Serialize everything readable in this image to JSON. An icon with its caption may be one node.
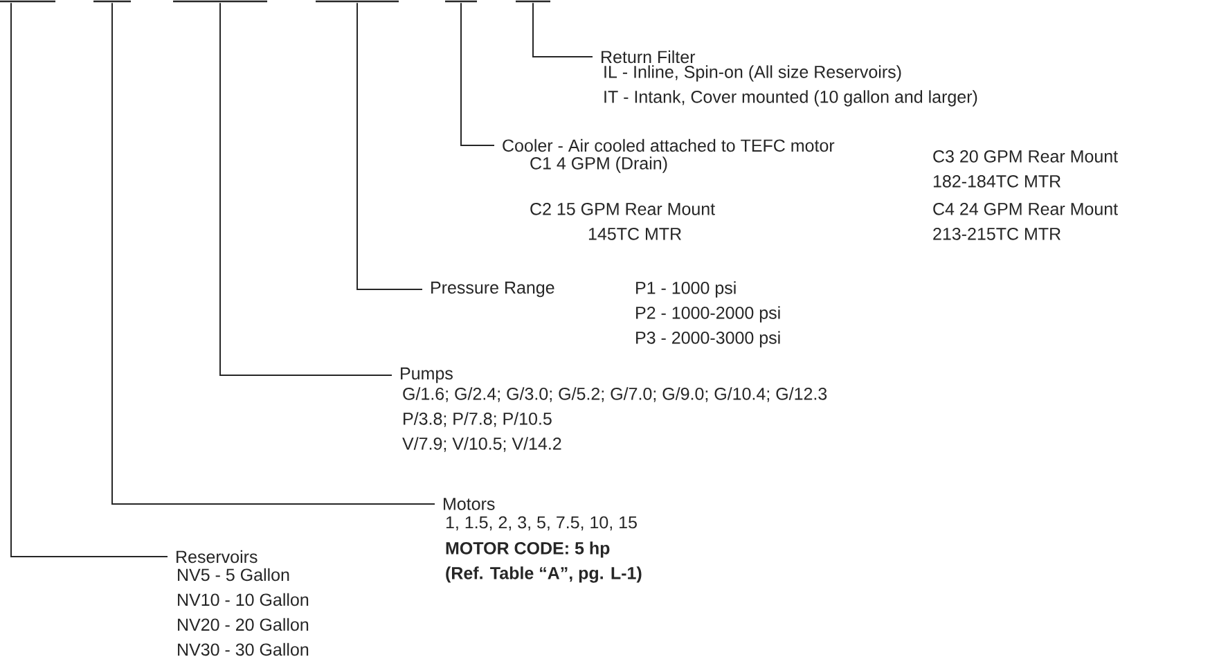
{
  "diagram": {
    "nodes": [
      {
        "text": [],
        "shape": "line"
      },
      {
        "text": [],
        "shape": "line"
      },
      {
        "text": [],
        "shape": "line"
      },
      {
        "text": [],
        "shape": "line"
      },
      {
        "text": [],
        "shape": "line"
      },
      {
        "text": [],
        "shape": "line"
      },
      {
        "text": [
          "Return Filter",
          "IL - Inline, Spin-on (All size Reservoirs)",
          "IT - Intank, Cover mounted (10 gallon and larger)"
        ]
      },
      {
        "text": [
          "Cooler - Air cooled attached to TEFC motor",
          "C1 4 GPM (Drain)",
          "C3 20 GPM Rear Mount 182-184TC MTR",
          "C2 15 GPM Rear Mount 145TC MTR",
          "C4 24 GPM Rear Mount 213-215TC MTR"
        ]
      },
      {
        "text": [
          "Pressure Range",
          "P1 - 1000 psi",
          "P2 - 1000-2000 psi",
          "P3 - 2000-3000 psi"
        ]
      },
      {
        "text": [
          "Pumps",
          "G/1.6; G/2.4; G/3.0; G/5.2; G/7.0; G/9.0; G/10.4; G/12.3",
          "P/3.8; P/7.8; P/10.5",
          "V/7.9; V/10.5; V/14.2"
        ]
      },
      {
        "text": [
          "Motors",
          "1, 1.5, 2, 3, 5, 7.5, 10, 15",
          "MOTOR CODE: 5 hp",
          "(Ref. Table “A”, pg. L-1)"
        ]
      },
      {
        "text": [
          "Reservoirs",
          "NV5 - 5 Gallon",
          "NV10 - 10 Gallon",
          "NV20 - 20 Gallon",
          "NV30 - 30 Gallon"
        ]
      }
    ],
    "edges": [
      {
        "from": 5,
        "to": 6,
        "arrow": "none"
      },
      {
        "from": 4,
        "to": 7,
        "arrow": "none"
      },
      {
        "from": 3,
        "to": 8,
        "arrow": "none"
      },
      {
        "from": 2,
        "to": 9,
        "arrow": "none"
      },
      {
        "from": 1,
        "to": 10,
        "arrow": "none"
      },
      {
        "from": 0,
        "to": 11,
        "arrow": "none"
      }
    ]
  }
}
